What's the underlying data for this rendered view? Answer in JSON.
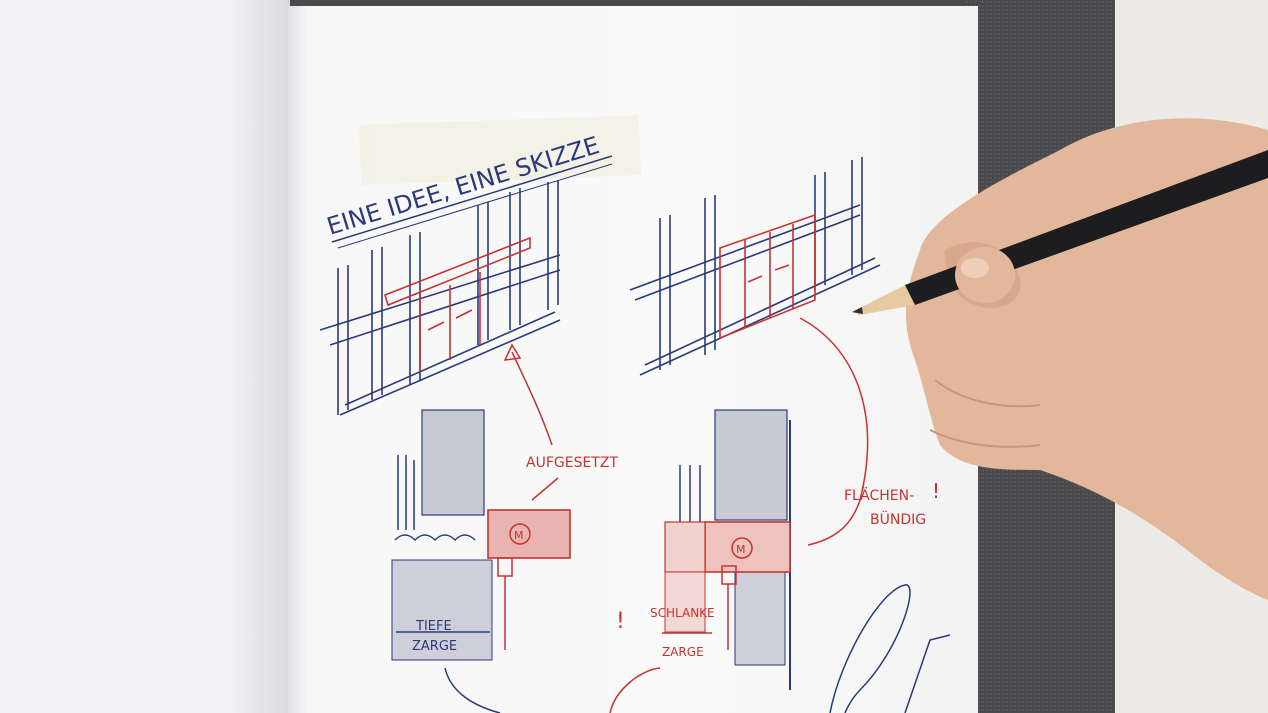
{
  "photo": {
    "sketch_title": "EINE IDEE, EINE SKIZZE",
    "labels": {
      "aufgesetzt": "AUFGESETZT",
      "flaechenbuendig_1": "FLÄCHEN-",
      "flaechenbuendig_2": "BÜNDIG",
      "tiefe": "TIEFE",
      "zarge_left": "ZARGE",
      "schlanke": "SCHLANKE",
      "zarge_right": "ZARGE",
      "motor_left": "M",
      "motor_right": "M"
    },
    "colors": {
      "ink_blue": "#2b3a7a",
      "ink_red": "#c8332f",
      "paper": "#fafafa",
      "felt": "#4a4a4c",
      "skin": "#e2b79c"
    }
  }
}
